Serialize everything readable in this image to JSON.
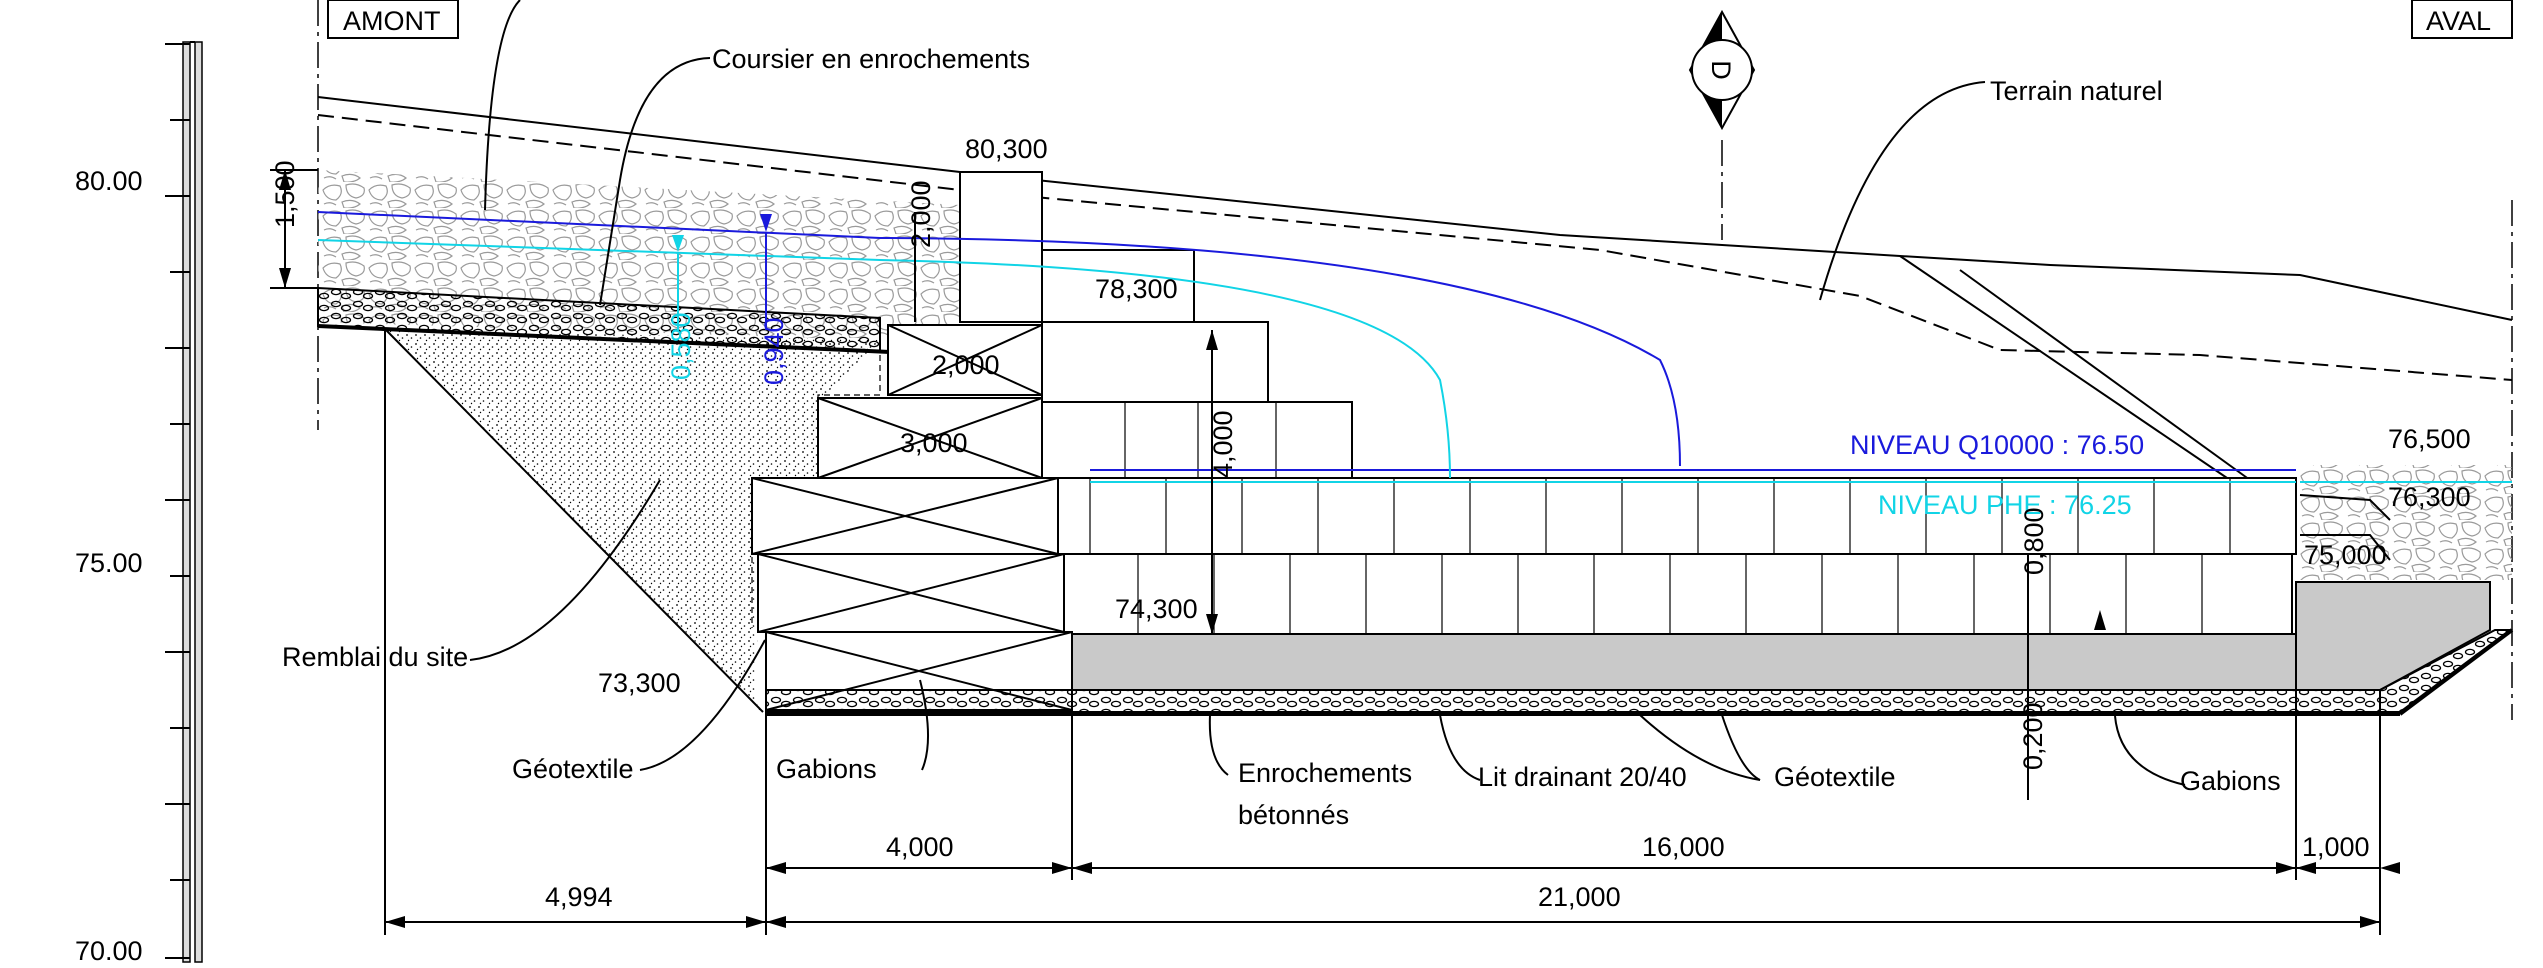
{
  "labels": {
    "amont": "AMONT",
    "aval": "AVAL",
    "section_marker": "D",
    "coursier": "Coursier en enrochements",
    "terrain": "Terrain naturel",
    "remblai": "Remblai du site",
    "geotextile_left": "Géotextile",
    "gabions_left": "Gabions",
    "enrochements_line1": "Enrochements",
    "enrochements_line2": "bétonnés",
    "lit_drainant": "Lit drainant 20/40",
    "geotextile_right": "Géotextile",
    "gabions_right": "Gabions"
  },
  "water_levels": {
    "q10000": "NIVEAU Q10000 : 76.50",
    "phe": "NIVEAU  PHE : 76.25"
  },
  "elevation_scale": [
    "80.00",
    "75.00",
    "70.00"
  ],
  "elevations": {
    "e80300": "80,300",
    "e78300": "78,300",
    "e74300": "74,300",
    "e73300": "73,300",
    "e76500": "76,500",
    "e76300": "76,300",
    "e75000": "75,000"
  },
  "dimensions": {
    "d1500": "1,500",
    "d2000v": "2,000",
    "d0580": "0,580",
    "d0940": "0,940",
    "d2000h": "2,000",
    "d3000": "3,000",
    "d4000v": "4,000",
    "d0800": "0,800",
    "d0200": "0,200",
    "d4000h": "4,000",
    "d16000": "16,000",
    "d1000": "1,000",
    "d4994": "4,994",
    "d21000": "21,000"
  },
  "colors": {
    "blue": "#1a1adc",
    "cyan": "#11d4e6",
    "concrete": "#c9c9c9"
  }
}
